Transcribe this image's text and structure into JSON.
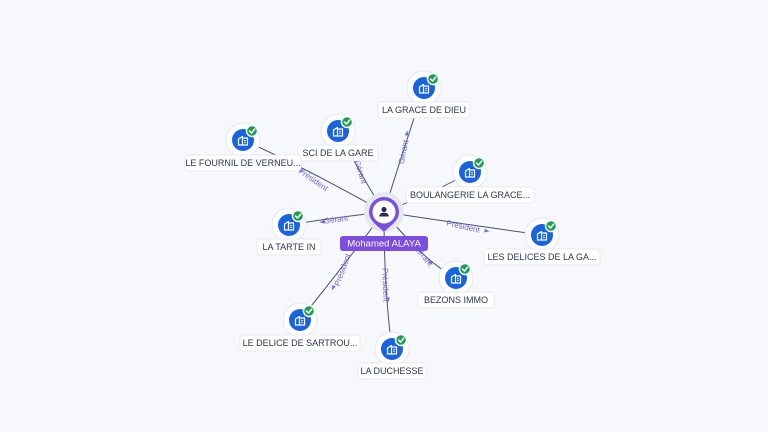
{
  "center": {
    "name": "Mohamed ALAYA",
    "icon": "person-icon",
    "accent_color": "#7b4ee0"
  },
  "colors": {
    "company_node": "#1a63e0",
    "verified_badge": "#1f9d55",
    "edge_label": "#6f67c9"
  },
  "companies": [
    {
      "label": "LA GRACE DE DIEU",
      "relation": "Gérant",
      "icon": "building-icon",
      "verified": true
    },
    {
      "label": "SCI DE LA GARE",
      "relation": "Gérant",
      "icon": "building-icon",
      "verified": true
    },
    {
      "label": "LE FOURNIL DE VERNEU...",
      "relation": "Président",
      "icon": "building-icon",
      "verified": true
    },
    {
      "label": "BOULANGERIE LA GRACE...",
      "relation": "",
      "icon": "building-icon",
      "verified": true
    },
    {
      "label": "LES DELICES DE LA GA...",
      "relation": "Président",
      "icon": "building-icon",
      "verified": true
    },
    {
      "label": "LA TARTE IN",
      "relation": "Gérant",
      "icon": "building-icon",
      "verified": true
    },
    {
      "label": "BEZONS IMMO",
      "relation": "Gérant",
      "icon": "building-icon",
      "verified": true
    },
    {
      "label": "LE DELICE DE SARTROU...",
      "relation": "Président",
      "icon": "building-icon",
      "verified": true
    },
    {
      "label": "LA DUCHESSE",
      "relation": "Président",
      "icon": "building-icon",
      "verified": true
    }
  ]
}
